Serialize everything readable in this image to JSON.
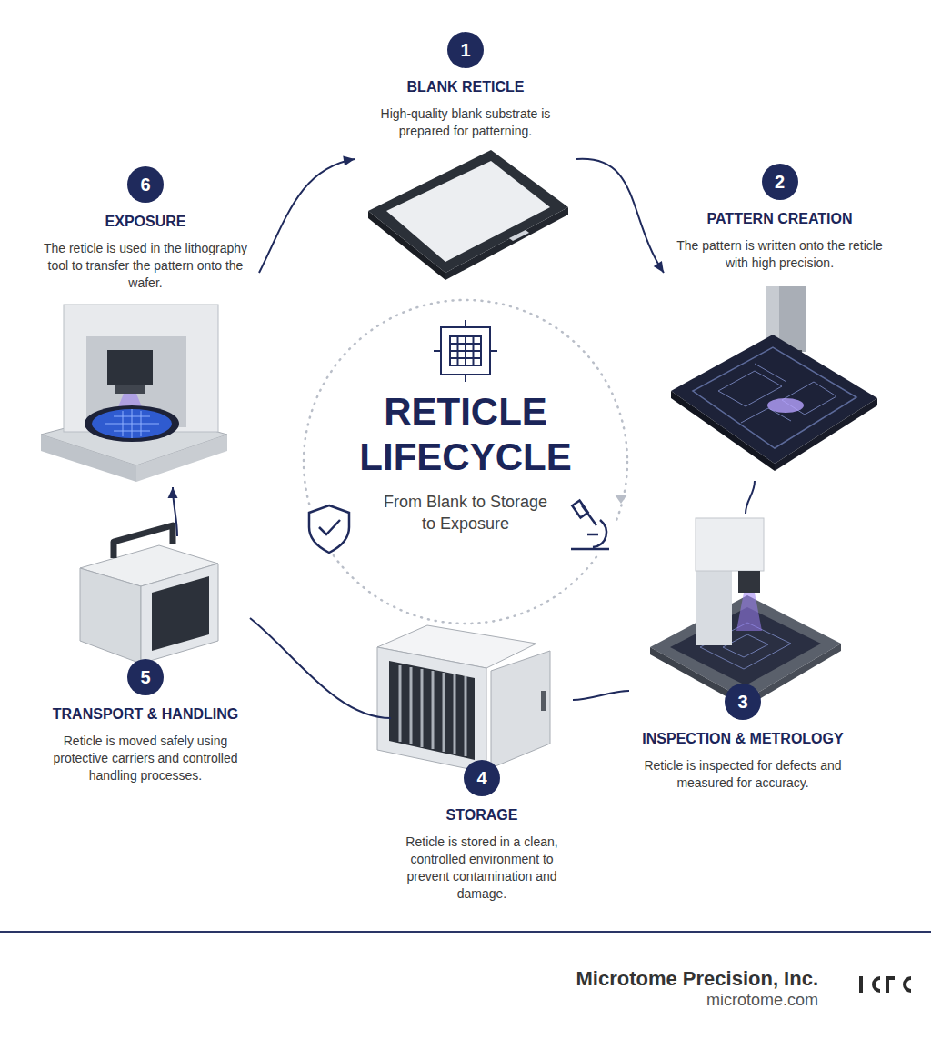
{
  "diagram": {
    "title": "RETICLE LIFECYCLE",
    "caption": "From Blank to Storage to Exposure",
    "nodes": [
      {
        "text": [
          "1",
          "BLANK RETICLE",
          "High-quality blank substrate is prepared for patterning."
        ]
      },
      {
        "text": [
          "2",
          "PATTERN CREATION",
          "The pattern is written onto the reticle with high precision."
        ]
      },
      {
        "text": [
          "3",
          "INSPECTION & METROLOGY",
          "Reticle is inspected for defects and measured for accuracy."
        ]
      },
      {
        "text": [
          "4",
          "STORAGE",
          "Reticle is stored in a clean, controlled environment to prevent contamination and damage."
        ]
      },
      {
        "text": [
          "5",
          "TRANSPORT & HANDLING",
          "Reticle is moved safely using protective carriers and controlled handling processes."
        ]
      },
      {
        "text": [
          "6",
          "EXPOSURE",
          "The reticle is used in the lithography tool to transfer the pattern onto the wafer."
        ]
      }
    ],
    "edges": [
      {
        "from": 0,
        "to": 1,
        "arrow": "to"
      },
      {
        "from": 1,
        "to": 2,
        "arrow": "none"
      },
      {
        "from": 2,
        "to": 3,
        "arrow": "none"
      },
      {
        "from": 3,
        "to": 4,
        "arrow": "none"
      },
      {
        "from": 4,
        "to": 5,
        "arrow": "to"
      },
      {
        "from": 5,
        "to": 0,
        "arrow": "to"
      }
    ],
    "labels": [
      "Microtome Precision, Inc.",
      "microtome.com"
    ]
  }
}
